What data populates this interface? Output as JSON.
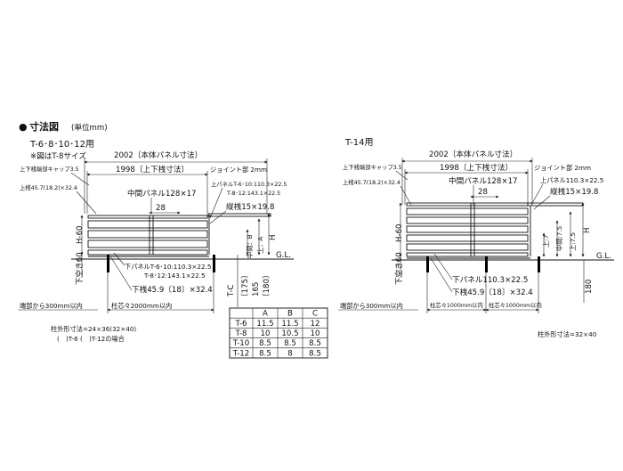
{
  "header": {
    "bullet": "●",
    "title": "寸法図",
    "unit": "(単位mm)"
  },
  "left": {
    "model": "T-6･8･10･12用",
    "note": "※図はT-8サイズ",
    "panel_dim": "2002〔本体パネル寸法〕",
    "top_rail_dim": "1998〔上下桟寸法〕",
    "joint": "ジョイント部 2mm",
    "cap": "上下桟端部キャップ3.5",
    "top_rail": "上桟45.7(18.2)×32.4",
    "upper_panel_1": "上パネルT-6･10:110.3×22.5",
    "upper_panel_2": "T-8･12:143.1×22.5",
    "mid_panel": "中間パネル128×17",
    "num_28": "28",
    "vert_rail": "縦桟15×19.8",
    "h_label": "H-60",
    "b_label": "中間：B",
    "a_label": "上：A",
    "h": "H",
    "gl": "G.L.",
    "clear": "下空き60",
    "lower_panel_1": "下パネルT-6･10:110.3×22.5",
    "lower_panel_2": "T-8･12:143.1×22.5",
    "bottom_rail": "下桟45.9〔18〕×32.4",
    "tc": "T-C",
    "d175": "〔175〕",
    "d165": "165",
    "d180": "〔180〕",
    "end_note": "端部から300mm以内",
    "pitch": "柱芯々2000mm以内",
    "post_size": "柱外形寸法=24×36(32×40)",
    "post_note": "(　)T-6 (　)T-12の場合"
  },
  "table": {
    "headers": [
      "",
      "A",
      "B",
      "C"
    ],
    "rows": [
      [
        "T-6",
        "11.5",
        "11.5",
        "12"
      ],
      [
        "T-8",
        "10",
        "10.5",
        "10"
      ],
      [
        "T-10",
        "8.5",
        "8.5",
        "8.5"
      ],
      [
        "T-12",
        "8.5",
        "8",
        "8.5"
      ]
    ]
  },
  "right": {
    "model": "T-14用",
    "panel_dim": "2002〔本体パネル寸法〕",
    "top_rail_dim": "1998〔上下桟寸法〕",
    "joint": "ジョイント部 2mm",
    "cap": "上下桟端部キャップ3.5",
    "top_rail": "上桟45.7(18.2)×32.4",
    "upper_panel": "上パネル110.3×22.5",
    "mid_panel": "中間パネル128×17",
    "num_28": "28",
    "vert_rail": "縦桟15×19.8",
    "h_label": "H-60",
    "t7": "上:7",
    "mid75": "中間:7.5",
    "top75": "上:7.5",
    "h": "H",
    "gl": "G.L.",
    "clear": "下空き60",
    "lower_panel": "下パネル110.3×22.5",
    "bottom_rail": "下桟45.9〔18〕×32.4",
    "d180": "180",
    "end_note": "端部から300mm以内",
    "pitch1": "柱芯々1000mm以内",
    "pitch2": "柱芯々1000mm以内",
    "post_size": "柱外形寸法=32×40"
  }
}
